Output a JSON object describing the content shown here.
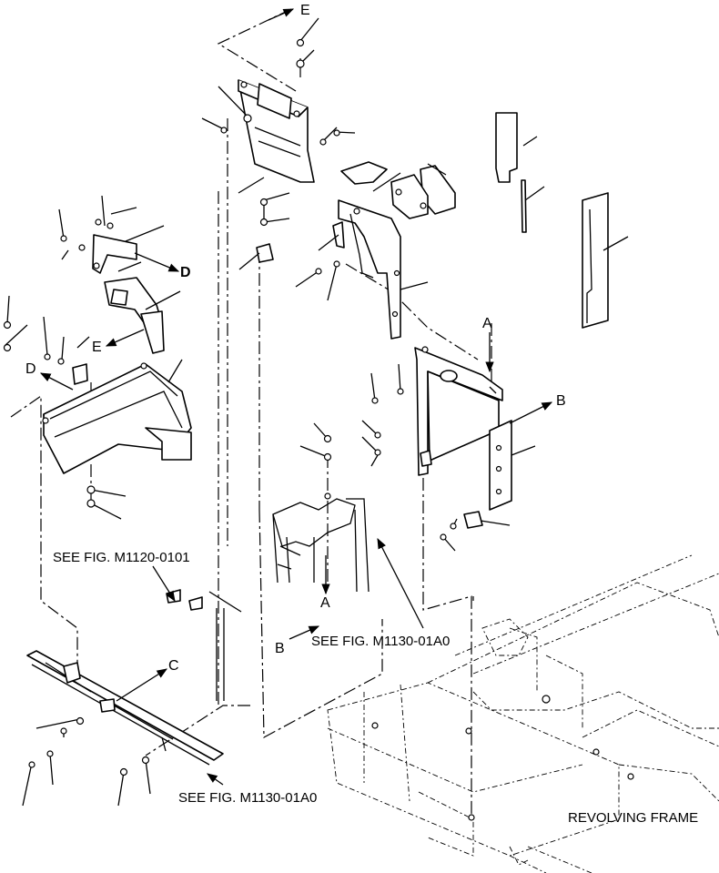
{
  "notes": {
    "see_m1120": "SEE FIG. M1120-0101",
    "see_m1130_upper": "SEE FIG. M1130-01A0",
    "see_m1130_lower": "SEE FIG. M1130-01A0",
    "revolving_frame": "REVOLVING FRAME"
  },
  "letters": {
    "e_top": "E",
    "e_mid": "E",
    "d_right": "D",
    "d_left": "D",
    "a_upper": "A",
    "a_lower": "A",
    "b_right": "B",
    "b_lower": "B",
    "c_arrow": "C"
  }
}
